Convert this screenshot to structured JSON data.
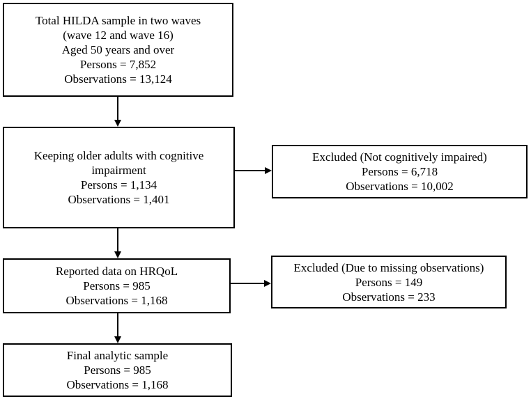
{
  "flowchart": {
    "title": "HILDA sample selection flow diagram",
    "colors": {
      "border": "#000000",
      "background": "#ffffff",
      "text": "#000000"
    },
    "nodes": {
      "total": {
        "lines": [
          "Total HILDA sample in two waves",
          "(wave 12 and wave 16)",
          "Aged 50 years and over",
          "Persons = 7,852",
          "Observations = 13,124"
        ]
      },
      "cognitive": {
        "lines": [
          "Keeping older adults with cognitive",
          "impairment",
          "Persons = 1,134",
          "Observations = 1,401"
        ]
      },
      "excluded_not_impaired": {
        "lines": [
          "Excluded (Not cognitively impaired)",
          "Persons = 6,718",
          "Observations = 10,002"
        ]
      },
      "hrqol": {
        "lines": [
          "Reported data on HRQoL",
          "Persons = 985",
          "Observations = 1,168"
        ]
      },
      "excluded_missing": {
        "lines": [
          "Excluded (Due to missing observations)",
          "Persons = 149",
          "Observations = 233"
        ]
      },
      "final": {
        "lines": [
          "Final analytic sample",
          "Persons = 985",
          "Observations = 1,168"
        ]
      }
    }
  }
}
